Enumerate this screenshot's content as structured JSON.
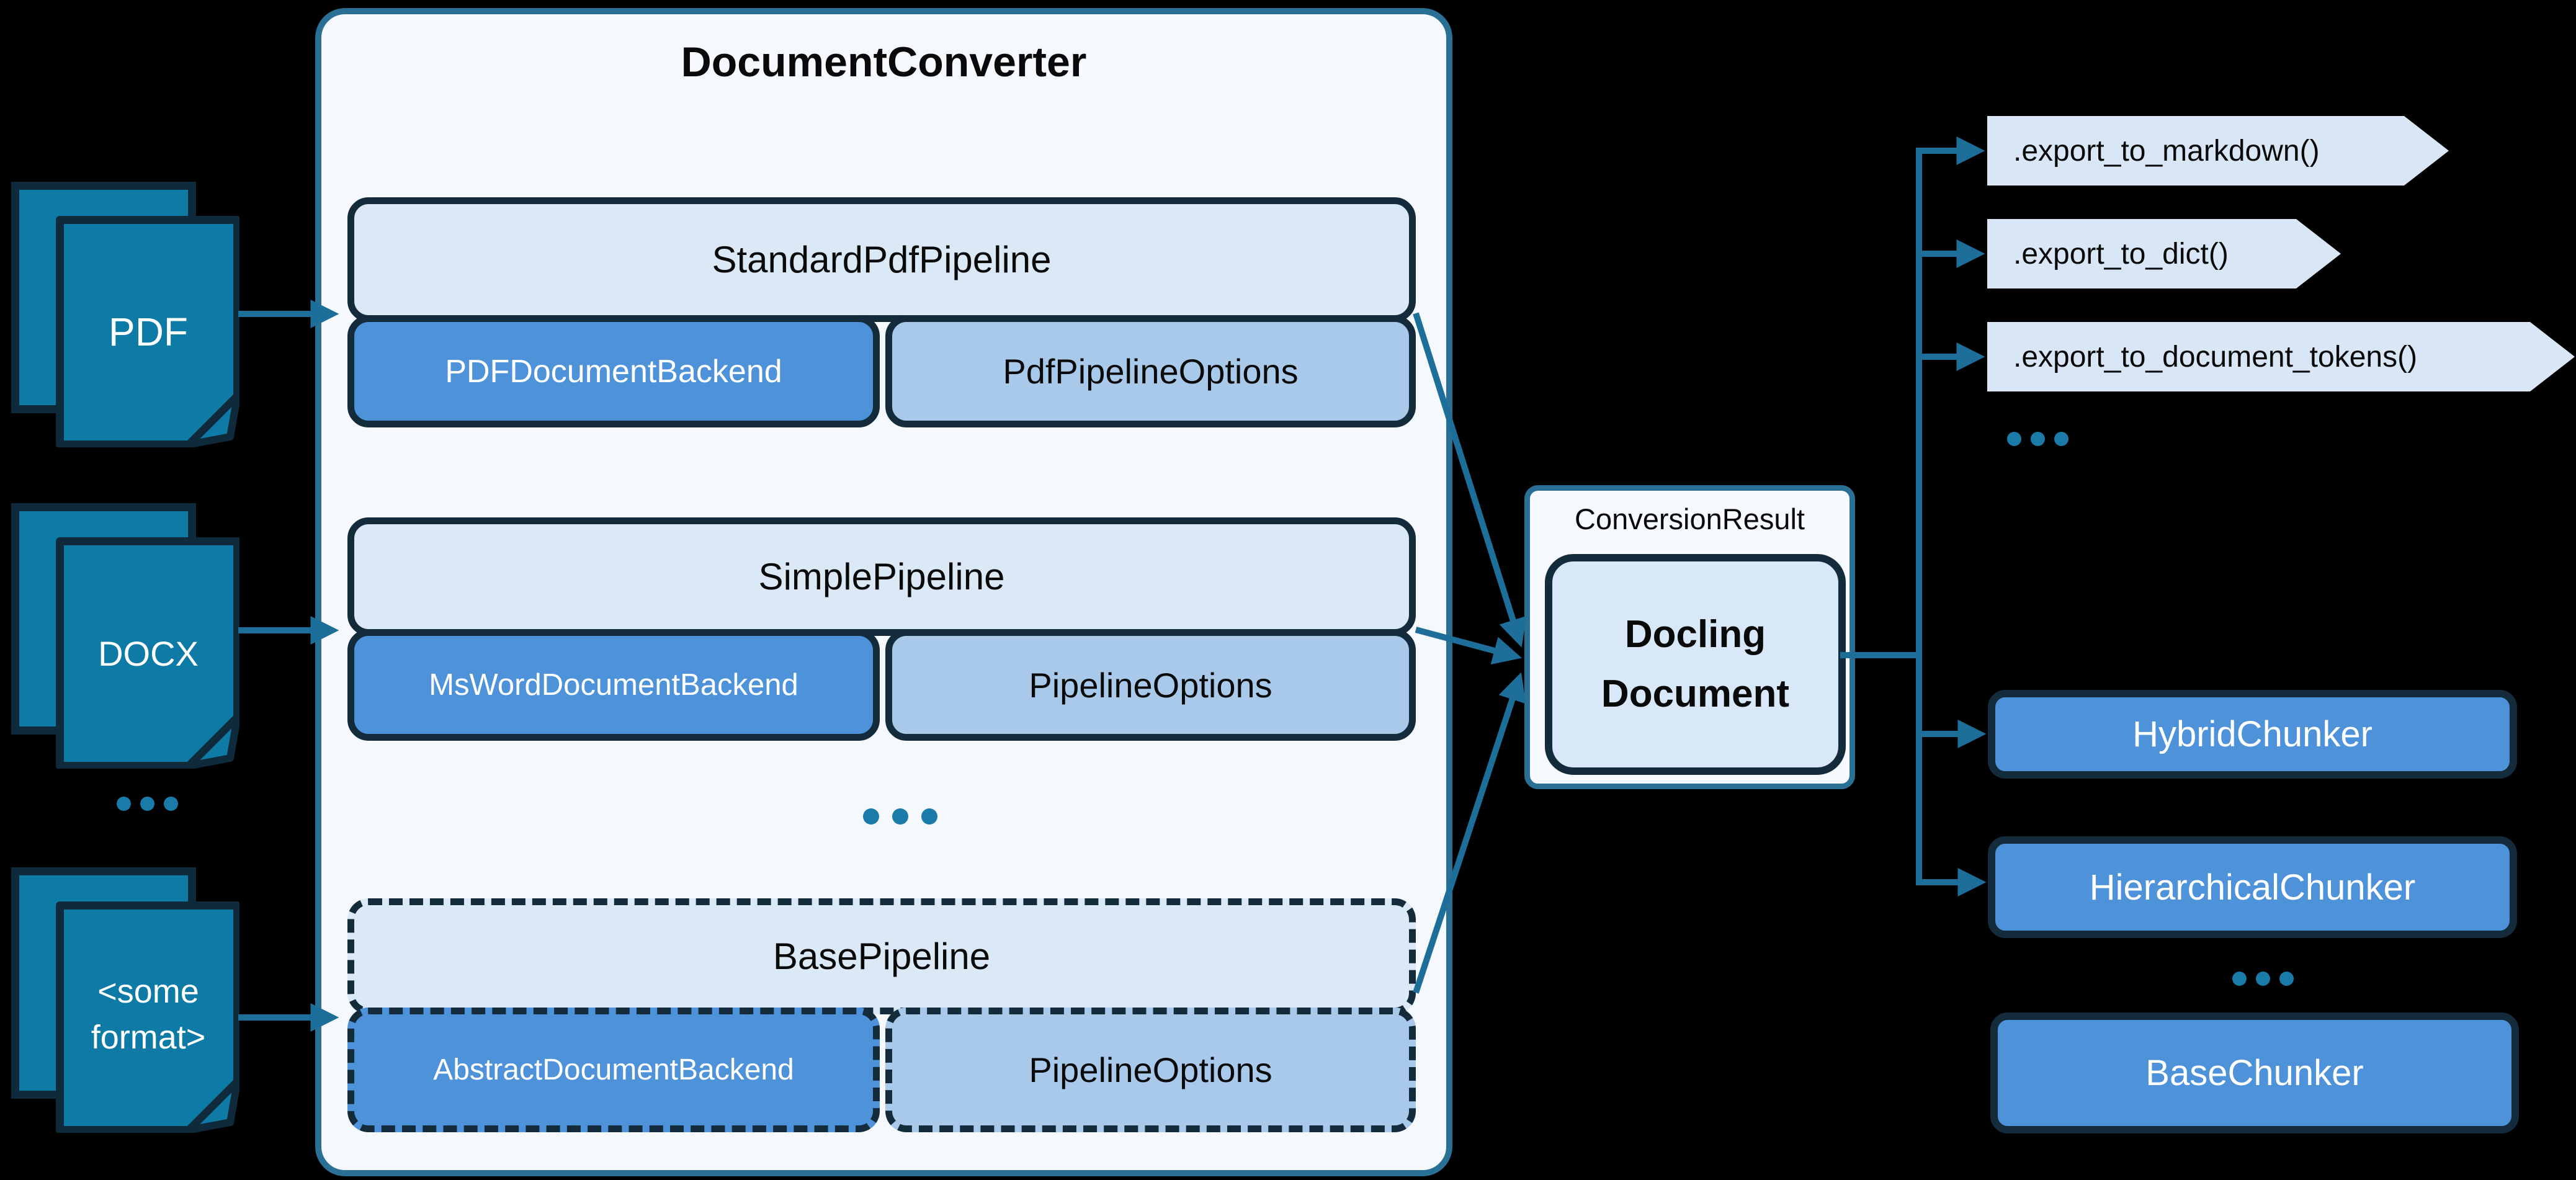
{
  "diagram": {
    "inputs": {
      "pdf": {
        "label": "PDF"
      },
      "docx": {
        "label": "DOCX"
      },
      "some_format": {
        "line1": "<some",
        "line2": "format>"
      },
      "more_indicator": "..."
    },
    "converter": {
      "title": "DocumentConverter",
      "pipelines": [
        {
          "pipeline": "StandardPdfPipeline",
          "backend": "PDFDocumentBackend",
          "options": "PdfPipelineOptions",
          "style": "solid"
        },
        {
          "pipeline": "SimplePipeline",
          "backend": "MsWordDocumentBackend",
          "options": "PipelineOptions",
          "style": "solid"
        },
        {
          "pipeline": "BasePipeline",
          "backend": "AbstractDocumentBackend",
          "options": "PipelineOptions",
          "style": "dashed"
        }
      ],
      "more_indicator": "..."
    },
    "result": {
      "label": "ConversionResult",
      "document_line1": "Docling",
      "document_line2": "Document"
    },
    "exports": [
      ".export_to_markdown()",
      ".export_to_dict()",
      ".export_to_document_tokens()"
    ],
    "exports_more_indicator": "...",
    "chunkers": [
      {
        "label": "HybridChunker"
      },
      {
        "label": "HierarchicalChunker"
      }
    ],
    "chunkers_more_indicator": "...",
    "base_chunker": {
      "label": "BaseChunker",
      "style": "dashed"
    },
    "colors": {
      "background": "#000000",
      "container_fill": "#f5f8fd",
      "container_border": "#2a7095",
      "pipeline_fill": "#dbe8f6",
      "backend_fill": "#4e93d9",
      "options_fill": "#a9c9ea",
      "box_border": "#132b3b",
      "doc_icon_fill": "#0e7aa6",
      "doc_icon_border": "#0f2a3a",
      "arrow": "#1d6f99",
      "export_tag_fill": "#d8e6f5",
      "docling_fill": "#d9e8f8",
      "ellipsis_dot": "#1a7aa8",
      "text_dark": "#0a0a0a",
      "text_light": "#ffffff"
    }
  }
}
